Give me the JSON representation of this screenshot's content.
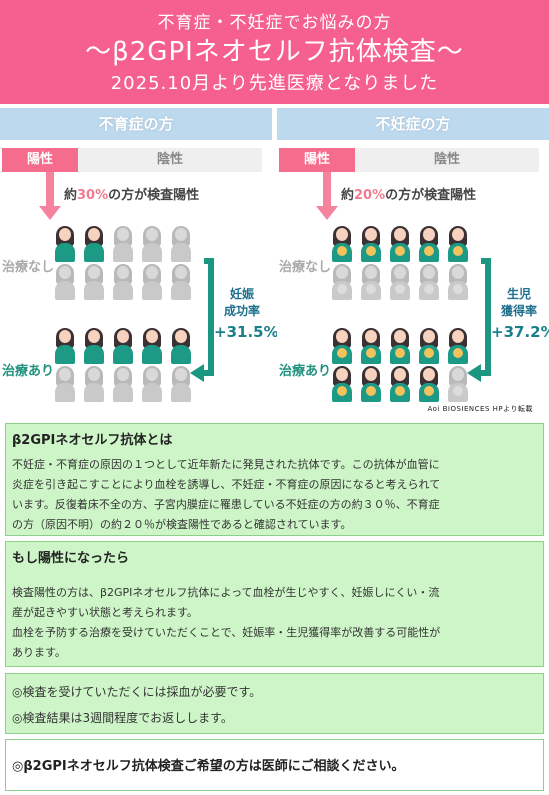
{
  "header": {
    "line1": "不育症・不妊症でお悩みの方",
    "line2": "〜β2GPIネオセルフ抗体検査〜",
    "line3": "2025.10月より先進医療となりました"
  },
  "colors": {
    "header": "#f5608e",
    "positive": "#f56c8c",
    "teal": "#1b9680",
    "panel_bar": "#bcd9ee",
    "box": "#cdf5c7"
  },
  "left": {
    "title": "不育症の方",
    "positive": "陽性",
    "negative": "陰性",
    "pct_prefix": "約",
    "pct_value": "30%",
    "pct_suffix": "の方が検査陽性",
    "row_without": "治療なし",
    "row_with": "治療あり",
    "rate_label_1": "妊娠",
    "rate_label_2": "成功率",
    "rate_value": "+31.5%",
    "grid_without": [
      "teal",
      "teal",
      "gray",
      "gray",
      "gray",
      "gray",
      "gray",
      "gray",
      "gray",
      "gray"
    ],
    "grid_with": [
      "teal",
      "teal",
      "teal",
      "teal",
      "teal",
      "gray",
      "gray",
      "gray",
      "gray",
      "gray"
    ]
  },
  "right": {
    "title": "不妊症の方",
    "positive": "陽性",
    "negative": "陰性",
    "pct_prefix": "約",
    "pct_value": "20%",
    "pct_suffix": "の方が検査陽性",
    "row_without": "治療なし",
    "row_with": "治療あり",
    "rate_label_1": "生児",
    "rate_label_2": "獲得率",
    "rate_value": "+37.2%",
    "grid_without": [
      "teal",
      "teal",
      "teal",
      "teal",
      "teal",
      "gray",
      "gray",
      "gray",
      "gray",
      "gray"
    ],
    "grid_with": [
      "teal",
      "teal",
      "teal",
      "teal",
      "teal",
      "teal",
      "teal",
      "teal",
      "teal",
      "gray"
    ]
  },
  "source": "Aoi BIOSIENCES HPより転載",
  "box1": {
    "title": "β2GPIネオセルフ抗体とは",
    "lines": [
      "不妊症・不育症の原因の１つとして近年新たに発見された抗体です。この抗体が血管に",
      "炎症を引き起こすことにより血栓を誘導し、不妊症・不育症の原因になると考えられて",
      "います。反復着床不全の方、子宮内膜症に罹患している不妊症の方の約３０％、不育症",
      "の方（原因不明）の約２０％が検査陽性であると確認されています。"
    ]
  },
  "box2": {
    "title": "もし陽性になったら",
    "lines": [
      "検査陽性の方は、β2GPIネオセルフ抗体によって血栓が生じやすく、妊娠しにくい・流",
      "産が起きやすい状態と考えられます。",
      "血栓を予防する治療を受けていただくことで、妊娠率・生児獲得率が改善する可能性が",
      "あります。"
    ]
  },
  "box3": {
    "lines": [
      "◎検査を受けていただくには採血が必要です。",
      "◎検査結果は3週間程度でお返しします。"
    ]
  },
  "box4": {
    "title": "◎β2GPIネオセルフ抗体検査ご希望の方は医師にご相談ください。"
  }
}
